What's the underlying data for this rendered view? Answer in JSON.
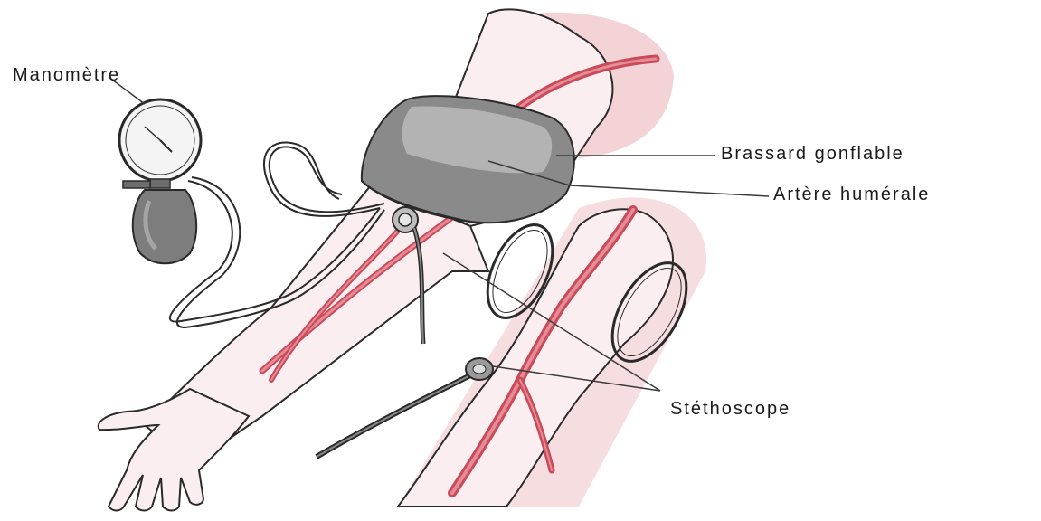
{
  "labels": {
    "manometre": "Manomètre",
    "brassard": "Brassard gonflable",
    "artere": "Artère humérale",
    "stethoscope": "Stéthoscope"
  },
  "colors": {
    "skin_shade": "#f3d3d6",
    "artery": "#c94b5a",
    "artery_light": "#e58c96",
    "cuff": "#8a8a8a",
    "cuff_light": "#b3b3b3",
    "outline": "#2a2a2a",
    "bulb": "#7d7d7d"
  }
}
